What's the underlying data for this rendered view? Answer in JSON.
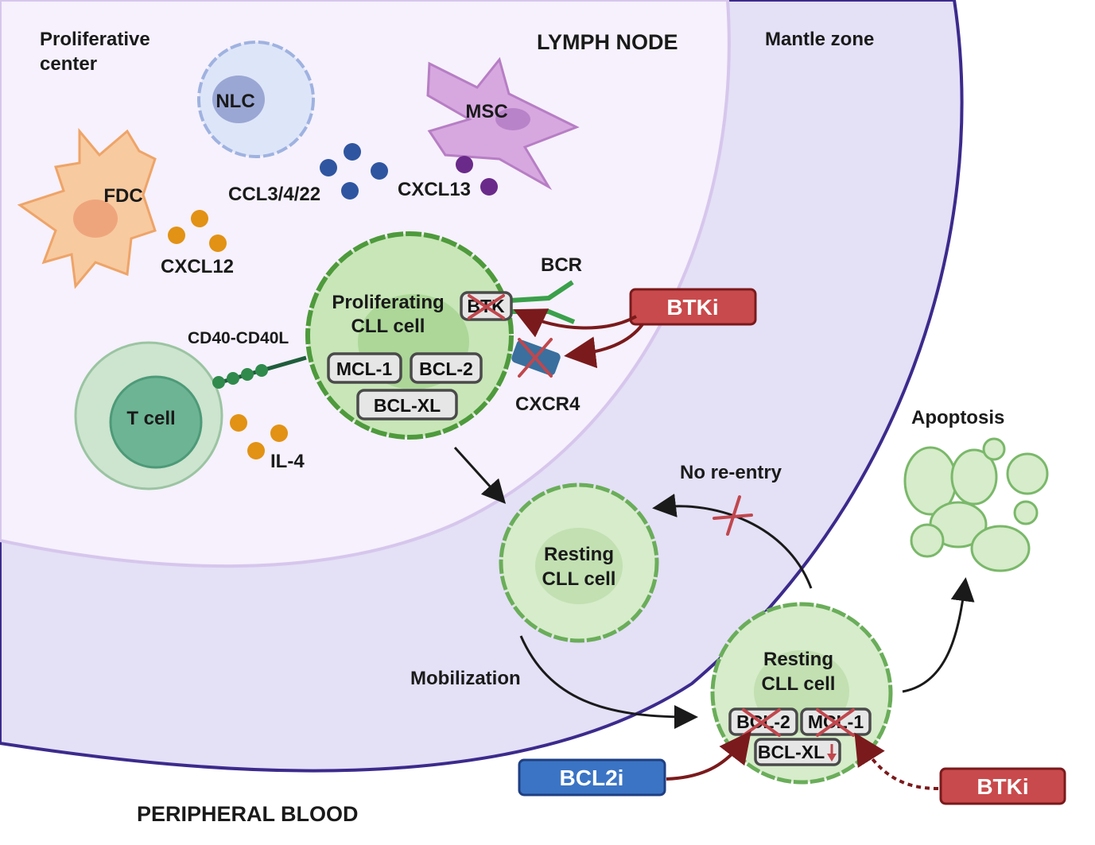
{
  "regions": {
    "proliferative_center": "Proliferative center",
    "proliferative_center_line1": "Proliferative",
    "proliferative_center_line2": "center",
    "lymph_node": "LYMPH NODE",
    "mantle_zone": "Mantle zone",
    "peripheral_blood": "PERIPHERAL BLOOD"
  },
  "cells": {
    "nlc": "NLC",
    "msc": "MSC",
    "fdc": "FDC",
    "t_cell": "T cell",
    "proliferating_line1": "Proliferating",
    "proliferating_line2": "CLL cell",
    "resting_line1": "Resting",
    "resting_line2": "CLL cell",
    "apoptosis": "Apoptosis"
  },
  "molecules": {
    "ccl": "CCL3/4/22",
    "cxcl13": "CXCL13",
    "cxcl12": "CXCL12",
    "bcr": "BCR",
    "cd40": "CD40-CD40L",
    "cxcr4": "CXCR4",
    "il4": "IL-4",
    "btk": "BTK",
    "mcl1": "MCL-1",
    "bcl2": "BCL-2",
    "bclxl": "BCL-XL"
  },
  "flows": {
    "no_reentry": "No re-entry",
    "mobilization": "Mobilization"
  },
  "drugs": {
    "btki": "BTKi",
    "bcl2i": "BCL2i"
  },
  "colors": {
    "btki": "#c94a4c",
    "bcl2i": "#3b74c4",
    "inhibition_arrow": "#7a1a1c",
    "cll_cell": "#c8e6b8",
    "lymph_node_border": "#3c2a8c",
    "mantle_zone_fill": "#e4e0f6",
    "proliferative_fill": "#f6f1fc"
  }
}
